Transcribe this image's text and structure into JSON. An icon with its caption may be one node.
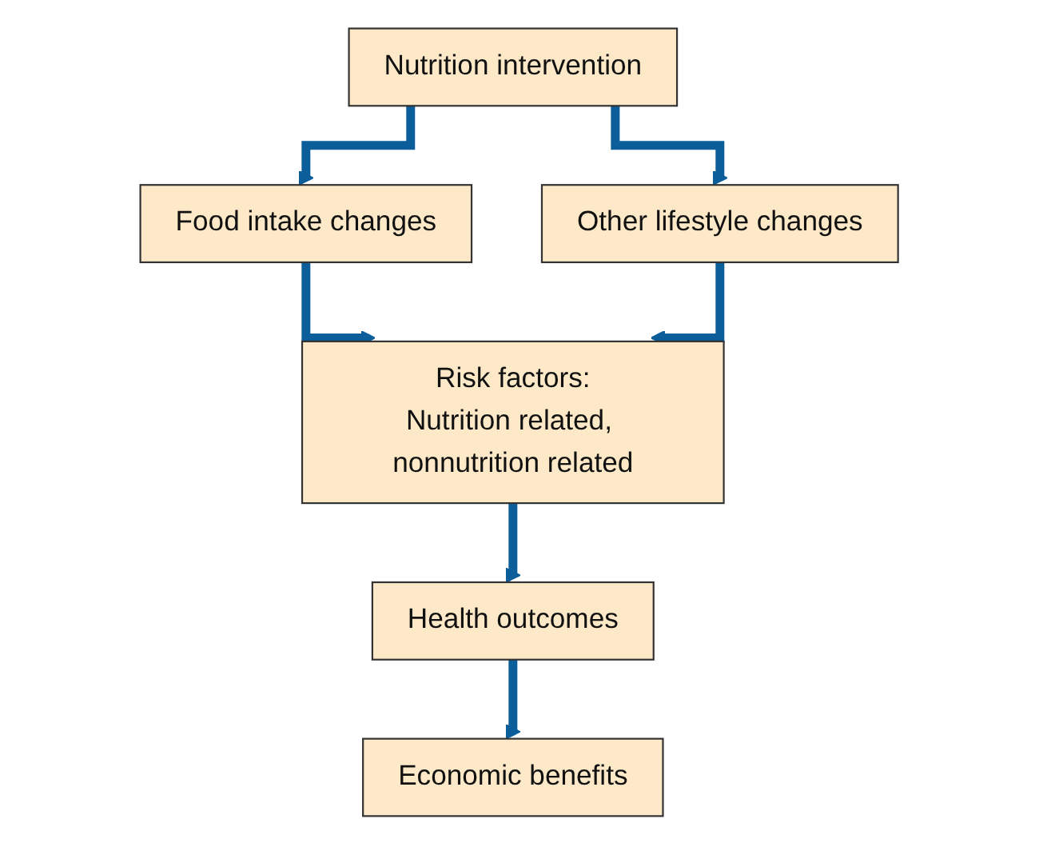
{
  "diagram": {
    "nodes": [
      {
        "text": [
          "Nutrition intervention"
        ]
      },
      {
        "text": [
          "Food intake changes"
        ]
      },
      {
        "text": [
          "Other lifestyle changes"
        ]
      },
      {
        "text": [
          "Risk factors:",
          "Nutrition related, nonnutrition related"
        ]
      },
      {
        "text": [
          "Health outcomes"
        ]
      },
      {
        "text": [
          "Economic benefits"
        ]
      }
    ],
    "edges": [
      {
        "from": 0,
        "to": 1,
        "arrow": "to"
      },
      {
        "from": 0,
        "to": 2,
        "arrow": "to"
      },
      {
        "from": 1,
        "to": 3,
        "arrow": "to"
      },
      {
        "from": 2,
        "to": 3,
        "arrow": "to"
      },
      {
        "from": 3,
        "to": 4,
        "arrow": "to"
      },
      {
        "from": 4,
        "to": 5,
        "arrow": "to"
      }
    ]
  }
}
